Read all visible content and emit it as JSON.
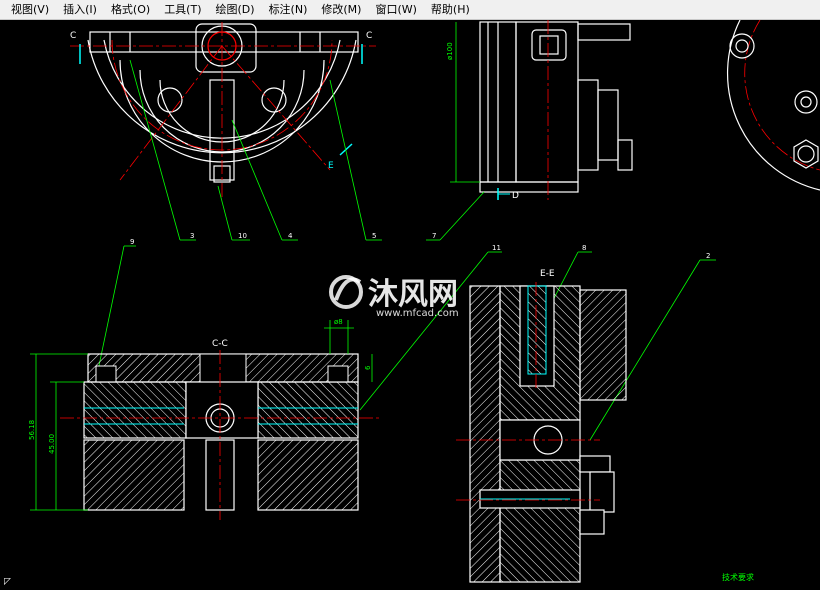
{
  "menubar": {
    "items": [
      "视图(V)",
      "插入(I)",
      "格式(O)",
      "工具(T)",
      "绘图(D)",
      "标注(N)",
      "修改(M)",
      "窗口(W)",
      "帮助(H)"
    ]
  },
  "drawing": {
    "section_cc_top_left": "C",
    "section_cc_top_right": "C",
    "section_e_marker": "E",
    "section_d_marker": "D",
    "view_cc_title": "C-C",
    "view_ee_title": "E-E",
    "dim_top_diameter": "ø100",
    "dim_side_height_1": "56.18",
    "dim_side_height_2": "45.00",
    "dim_small_width": "ø8",
    "dim_small_height": "6",
    "tech_requirements": "技术要求",
    "leaders": [
      "9",
      "3",
      "10",
      "4",
      "5",
      "7",
      "11",
      "8",
      "2"
    ]
  },
  "watermark": {
    "brand": "沐风网",
    "site": "www.mfcad.com"
  },
  "colors": {
    "background": "#000000",
    "outline": "#ffffff",
    "center_line": "#ff0000",
    "dimension": "#00ff00",
    "hatch": "#ffffff",
    "cyan": "#00ffff",
    "watermark": "#ffffff"
  }
}
